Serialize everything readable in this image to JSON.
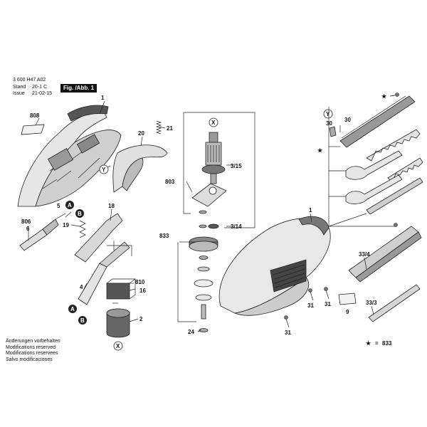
{
  "header": {
    "doc_number": "3 600 H47 A02",
    "stand_label": "Stand",
    "issue_label": "Issue",
    "version_code": "20-1 C",
    "date": "21-02-15",
    "figure_label": "Fig. /Abb. 1"
  },
  "notes": [
    "Änderungen vorbehalten",
    "Modifications reserved",
    "Modifications reservees",
    "Salvo modificaciones"
  ],
  "legend": {
    "star": "★",
    "equals": "=",
    "value": "833"
  },
  "callouts": {
    "c1": "1",
    "c808": "808",
    "c20": "20",
    "c21": "21",
    "c18": "18",
    "c5": "5",
    "c806": "806",
    "c6": "6",
    "c19": "19",
    "cA": "A",
    "cB": "B",
    "cY": "Y",
    "c4": "4",
    "c810": "810",
    "c16": "16",
    "c2": "2",
    "cX": "X",
    "c803": "803",
    "c3_15": "3/15",
    "c833": "833",
    "c3_14": "3/14",
    "c24": "24",
    "c1b": "1",
    "c31a": "31",
    "c31b": "31",
    "c31c": "31",
    "c9": "9",
    "c30a": "30",
    "c30b": "30",
    "c33_4": "33/4",
    "c33_3": "33/3"
  },
  "colors": {
    "ink": "#111111",
    "part_fill": "#e6e6e6",
    "part_dark": "#555555",
    "background": "#ffffff"
  }
}
